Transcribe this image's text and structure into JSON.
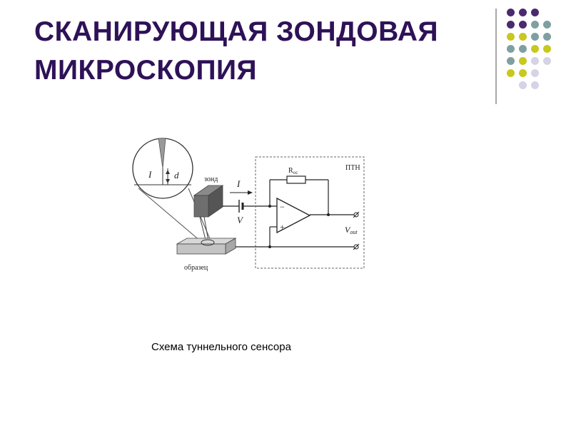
{
  "title": {
    "line1": "СКАНИРУЮЩАЯ ЗОНДОВАЯ",
    "line2": "МИКРОСКОПИЯ"
  },
  "colors": {
    "title": "#2e1257",
    "purple": "#4b2a6e",
    "teal": "#7fa0a0",
    "yellow": "#c8c81e",
    "lavender": "#d4d4e6"
  },
  "decor_dots": [
    [
      "purple",
      "purple",
      "purple",
      null
    ],
    [
      "purple",
      "purple",
      "teal",
      "teal"
    ],
    [
      "yellow",
      "yellow",
      "teal",
      "teal"
    ],
    [
      "teal",
      "teal",
      "yellow",
      "yellow"
    ],
    [
      "teal",
      "yellow",
      "lavender",
      "lavender"
    ],
    [
      "yellow",
      "yellow",
      "lavender",
      null
    ],
    [
      null,
      "lavender",
      "lavender",
      null
    ]
  ],
  "diagram": {
    "label_i_zoom": "I",
    "label_d": "d",
    "label_probe": "зонд",
    "label_current": "I",
    "label_voltage": "V",
    "label_roc": "R",
    "label_roc_sub": "ос",
    "label_ptn": "ПТН",
    "label_minus": "−",
    "label_plus": "+",
    "label_vout": "V",
    "label_vout_sub": "out",
    "label_sample": "образец"
  },
  "caption": "Схема туннельного сенсора"
}
